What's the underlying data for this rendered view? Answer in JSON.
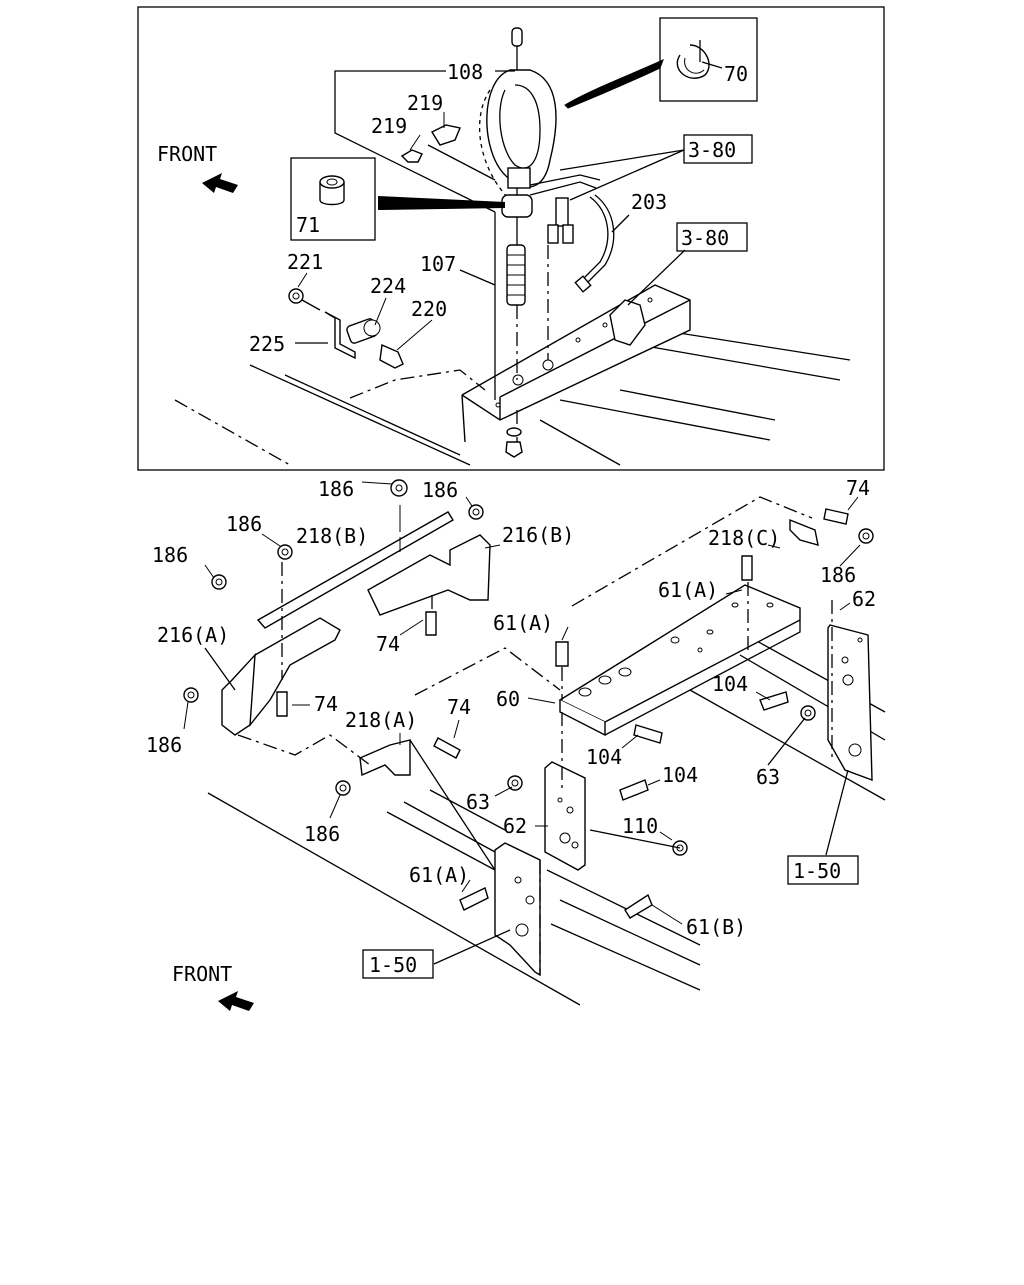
{
  "diagram": {
    "top_view": {
      "front_label": "FRONT",
      "callouts": [
        "108",
        "219",
        "219",
        "70",
        "3-80",
        "3-80",
        "203",
        "71",
        "107",
        "221",
        "224",
        "220",
        "225"
      ]
    },
    "bottom_view": {
      "front_label": "FRONT",
      "callouts": [
        "186",
        "186",
        "186",
        "186",
        "186",
        "186",
        "186",
        "218(B)",
        "216(B)",
        "218(C)",
        "74",
        "74",
        "74",
        "74",
        "61(A)",
        "61(A)",
        "61(A)",
        "61(B)",
        "62",
        "62",
        "60",
        "104",
        "104",
        "104",
        "63",
        "63",
        "110",
        "216(A)",
        "218(A)",
        "1-50",
        "1-50"
      ]
    }
  }
}
